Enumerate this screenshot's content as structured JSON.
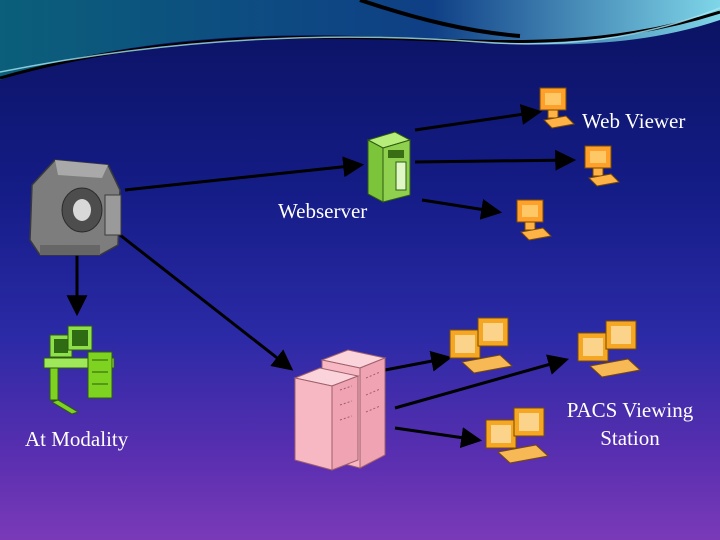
{
  "labels": {
    "web_viewer": "Web Viewer",
    "webserver": "Webserver",
    "at_modality": "At Modality",
    "pacs_viewing_station": "PACS Viewing Station"
  },
  "colors": {
    "background_top": "#0a1260",
    "background_bottom": "#7a3ab8",
    "arrow": "#000000",
    "label_text": "#ffffff",
    "webserver_green": "#8fd14f",
    "modality_green": "#7ed321",
    "pacs_server_pink": "#f7b8c4",
    "pacs_monitor_orange": "#f5a623",
    "viewer_monitor_orange": "#ff9f1a",
    "scanner_gray": "#8a8a8a"
  },
  "icons": [
    "ct-scanner-icon",
    "modality-workstation-icon",
    "webserver-tower-icon",
    "pacs-server-icon",
    "web-viewer-computer-icon",
    "pacs-workstation-icon"
  ]
}
